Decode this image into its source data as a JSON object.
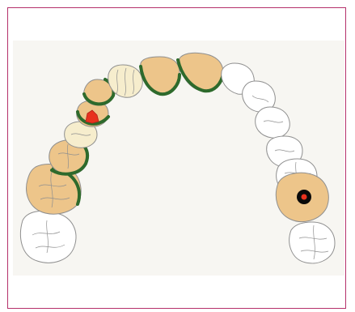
{
  "figure": {
    "kind": "maxillary dental arch chart",
    "frame_color": "#b5306a",
    "background_color": "#f7f6f2"
  },
  "legend_colors": {
    "restored_tooth_fill": "#edc58a",
    "partial_tooth_fill": "#f6edcd",
    "healthy_tooth_fill": "#ffffff",
    "crown_margin_green": "#2e6a2c",
    "lesion_red": "#e8321e",
    "perforation_black": "#0a0a0a",
    "outline_gray": "#8f8f8f"
  },
  "teeth": [
    {
      "id": "right-third-molar",
      "status": "healthy"
    },
    {
      "id": "right-second-molar",
      "status": "restored"
    },
    {
      "id": "right-first-molar",
      "status": "restored"
    },
    {
      "id": "right-second-premolar",
      "status": "restored"
    },
    {
      "id": "right-first-premolar",
      "status": "lesion"
    },
    {
      "id": "right-canine",
      "status": "restored"
    },
    {
      "id": "right-lateral-incisor",
      "status": "partial"
    },
    {
      "id": "right-central-incisor",
      "status": "restored"
    },
    {
      "id": "left-central-incisor",
      "status": "restored"
    },
    {
      "id": "left-lateral-incisor",
      "status": "healthy"
    },
    {
      "id": "left-canine",
      "status": "healthy"
    },
    {
      "id": "left-first-premolar",
      "status": "healthy"
    },
    {
      "id": "left-second-premolar",
      "status": "healthy"
    },
    {
      "id": "left-first-molar",
      "status": "healthy"
    },
    {
      "id": "left-second-molar",
      "status": "perforation"
    },
    {
      "id": "left-third-molar",
      "status": "healthy"
    }
  ]
}
